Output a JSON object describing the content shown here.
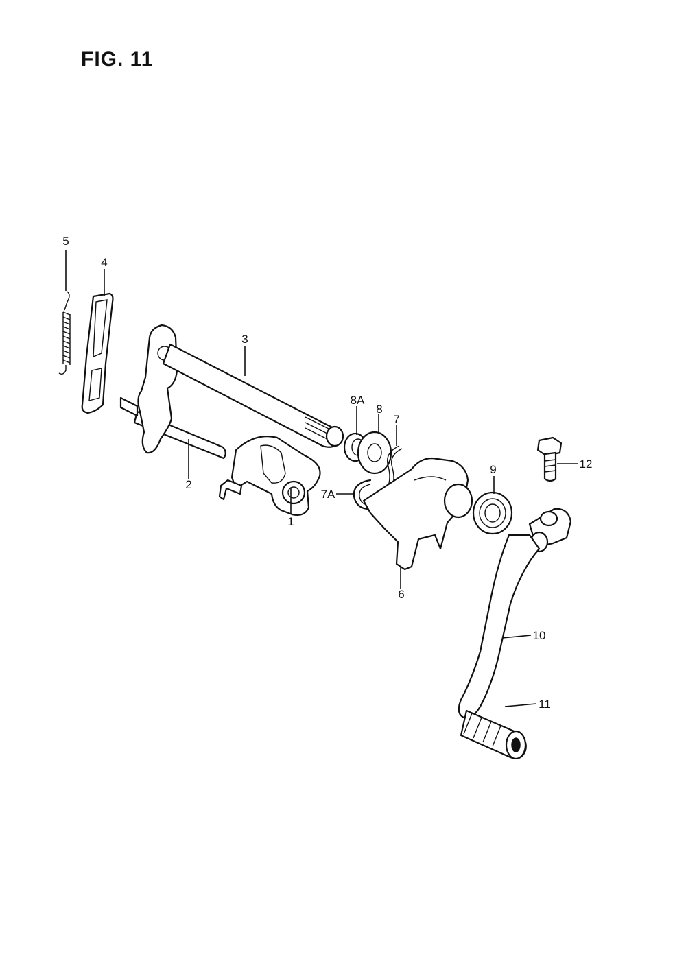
{
  "figure": {
    "title": "FIG. 11"
  },
  "callouts": [
    {
      "id": "c1",
      "label": "1"
    },
    {
      "id": "c2",
      "label": "2"
    },
    {
      "id": "c3",
      "label": "3"
    },
    {
      "id": "c4",
      "label": "4"
    },
    {
      "id": "c5",
      "label": "5"
    },
    {
      "id": "c6",
      "label": "6"
    },
    {
      "id": "c7",
      "label": "7"
    },
    {
      "id": "c7a",
      "label": "7A"
    },
    {
      "id": "c8",
      "label": "8"
    },
    {
      "id": "c8a",
      "label": "8A"
    },
    {
      "id": "c9",
      "label": "9"
    },
    {
      "id": "c10",
      "label": "10"
    },
    {
      "id": "c11",
      "label": "11"
    },
    {
      "id": "c12",
      "label": "12"
    }
  ]
}
